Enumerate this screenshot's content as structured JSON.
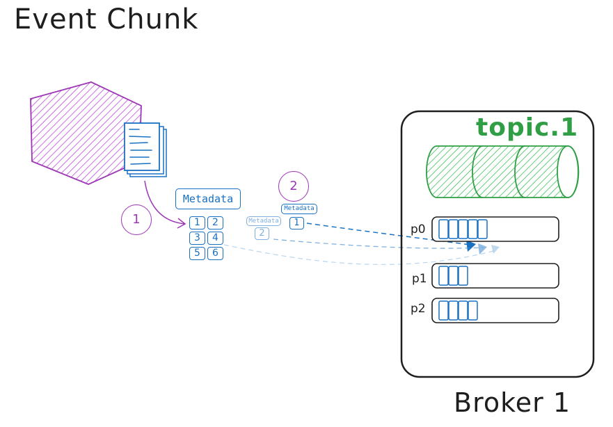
{
  "title": "Event Chunk",
  "broker": {
    "label": "Broker 1"
  },
  "topic": {
    "label": "topic.1"
  },
  "metadata_label": "Metadata",
  "steps": [
    "1",
    "2"
  ],
  "chunk_cells": [
    "1",
    "2",
    "3",
    "4",
    "5",
    "6"
  ],
  "in_flight": [
    {
      "metadata_label": "Metadata",
      "cell": "1"
    },
    {
      "metadata_label": "Metadata",
      "cell": "2"
    }
  ],
  "partitions": [
    {
      "label": "p0",
      "slots": 5
    },
    {
      "label": "p1",
      "slots": 3
    },
    {
      "label": "p2",
      "slots": 4
    }
  ],
  "colors": {
    "producer": "#9c36b5",
    "topic": "#2f9e44",
    "metadata": "#1971c2",
    "ink": "#1e1e1e"
  },
  "icons": [
    "producer-hexagon-icon",
    "documents-icon",
    "topic-cylinder-icon"
  ]
}
